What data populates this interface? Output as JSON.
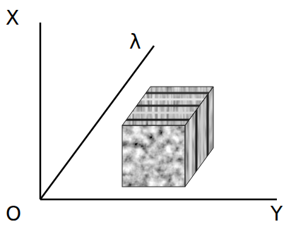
{
  "diagram": {
    "labels": [
      "X",
      "λ",
      "O",
      "Y"
    ]
  }
}
